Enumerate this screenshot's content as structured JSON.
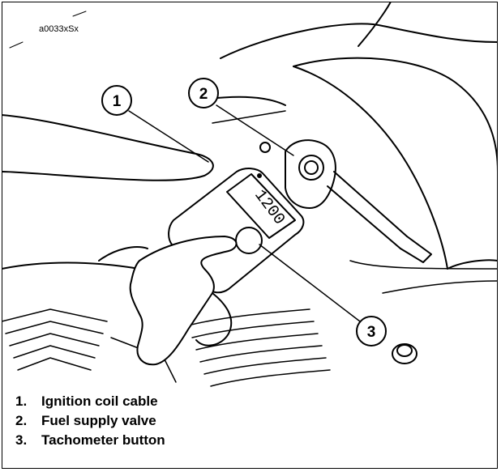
{
  "figure": {
    "id_label": "a0033xSx",
    "display_reading": "1200",
    "callout_numbers": [
      "1",
      "2",
      "3"
    ]
  },
  "legend": [
    {
      "num": "1.",
      "label": "Ignition coil cable"
    },
    {
      "num": "2.",
      "label": "Fuel supply valve"
    },
    {
      "num": "3.",
      "label": "Tachometer button"
    }
  ]
}
